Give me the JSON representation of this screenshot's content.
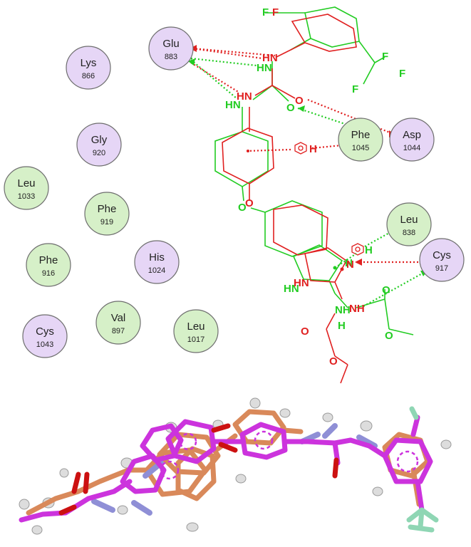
{
  "colors": {
    "hydrophobic_fill": "#d6f0c8",
    "polar_fill": "#e6d6f6",
    "ligand_green": "#22cc22",
    "ligand_red": "#e02020",
    "model_magenta": "#cc33dd",
    "model_orange": "#d9895a",
    "model_blue": "#8f8fd6",
    "model_oxygen": "#cc1111",
    "model_fluorine": "#8fd6b4",
    "model_hydrogen": "#dddddd"
  },
  "residues": [
    {
      "name": "Glu",
      "num": "883",
      "type": "polar"
    },
    {
      "name": "Lys",
      "num": "866",
      "type": "polar"
    },
    {
      "name": "Gly",
      "num": "920",
      "type": "polar"
    },
    {
      "name": "Leu",
      "num": "1033",
      "type": "hydrophobic"
    },
    {
      "name": "Phe",
      "num": "919",
      "type": "hydrophobic"
    },
    {
      "name": "Phe",
      "num": "916",
      "type": "hydrophobic"
    },
    {
      "name": "His",
      "num": "1024",
      "type": "polar"
    },
    {
      "name": "Cys",
      "num": "1043",
      "type": "polar"
    },
    {
      "name": "Val",
      "num": "897",
      "type": "hydrophobic"
    },
    {
      "name": "Leu",
      "num": "1017",
      "type": "hydrophobic"
    },
    {
      "name": "Phe",
      "num": "1045",
      "type": "hydrophobic"
    },
    {
      "name": "Asp",
      "num": "1044",
      "type": "polar"
    },
    {
      "name": "Leu",
      "num": "838",
      "type": "hydrophobic"
    },
    {
      "name": "Cys",
      "num": "917",
      "type": "polar"
    }
  ],
  "atom_labels": {
    "f1": "F",
    "f2": "F",
    "f3": "F",
    "f4": "F",
    "f5": "F",
    "hn_top_green": "HN",
    "hn_top_red": "HN",
    "hn_mid_green": "HN",
    "hn_mid_red": "HN",
    "o_urea_red": "O",
    "o_urea_green": "O",
    "ether_o_green": "O",
    "ether_o_red": "O",
    "h_pi1": "H",
    "h_pi2": "H",
    "n_green": "N",
    "n_red": "N",
    "hn_imid_green": "HN",
    "hn_imid_red": "HN",
    "nh_carb_green": "NH",
    "nh_carb_red": "NH",
    "h_carb": "H",
    "o_carb1": "O",
    "o_carb2": "O",
    "o_ester1": "O",
    "o_ester2": "O"
  }
}
